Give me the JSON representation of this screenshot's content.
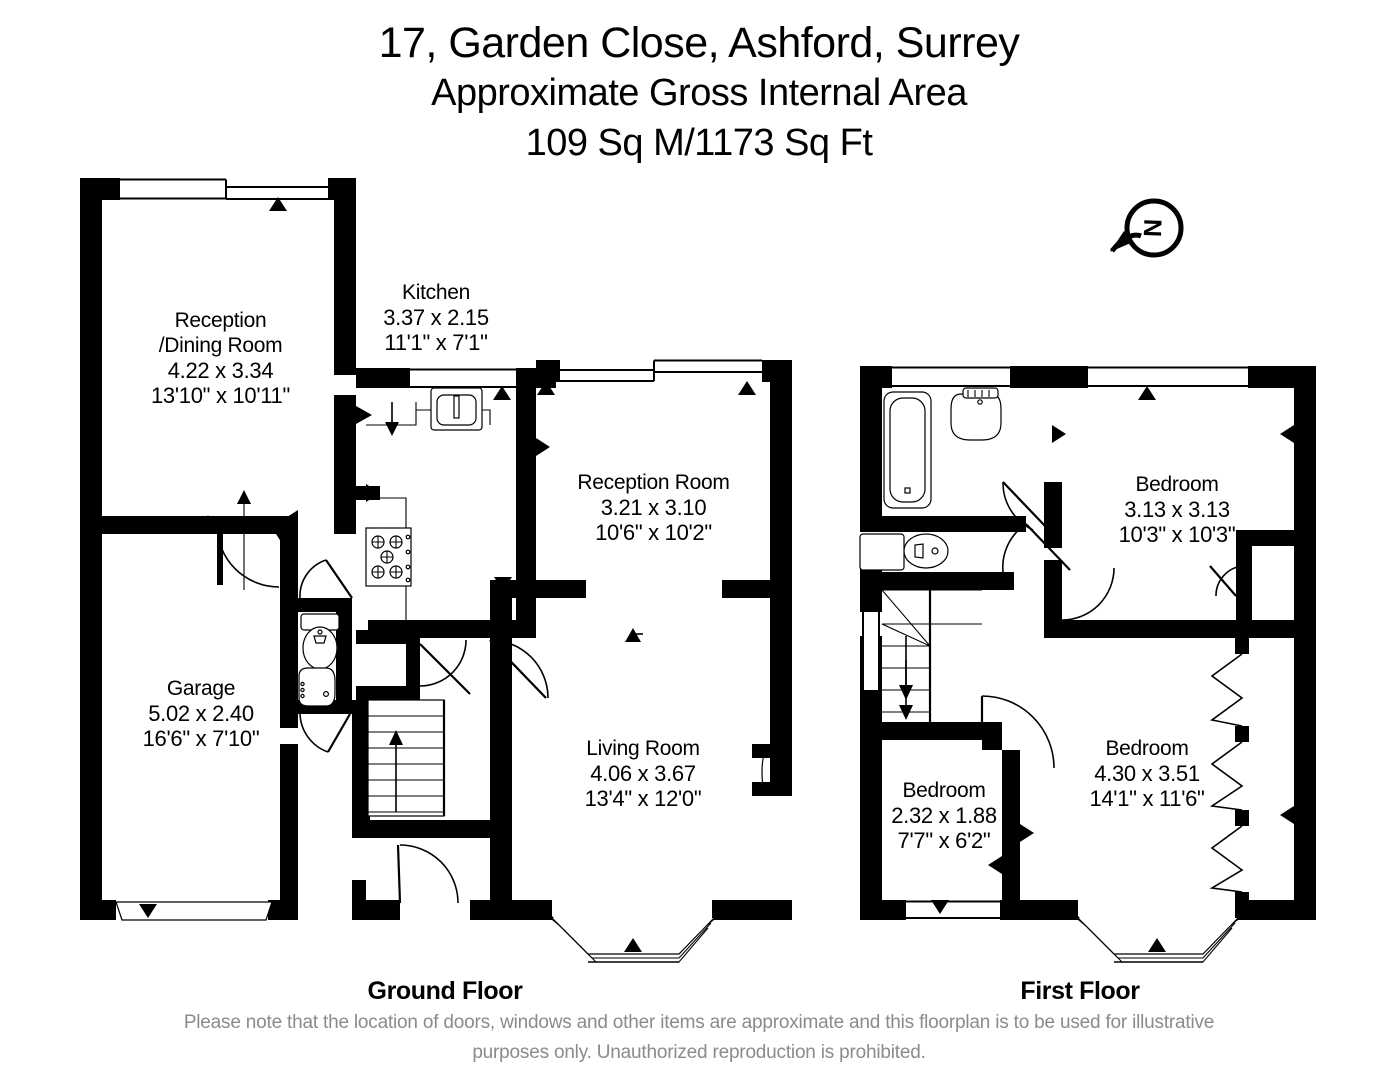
{
  "header": {
    "address": "17, Garden Close, Ashford, Surrey",
    "area_line": "Approximate Gross Internal Area",
    "area_value": "109 Sq M/1173 Sq Ft"
  },
  "compass": {
    "name": "north-compass",
    "letter": "N"
  },
  "floors": [
    {
      "id": "ground",
      "caption": "Ground Floor",
      "rooms": [
        {
          "id": "reception-dining",
          "name_line1": "Reception",
          "name_line2": "/Dining Room",
          "metric": "4.22 x 3.34",
          "imperial": "13'10\" x 10'11\""
        },
        {
          "id": "kitchen",
          "name_line1": "Kitchen",
          "name_line2": "",
          "metric": "3.37 x 2.15",
          "imperial": "11'1\" x 7'1\""
        },
        {
          "id": "reception-room",
          "name_line1": "Reception Room",
          "name_line2": "",
          "metric": "3.21 x 3.10",
          "imperial": "10'6\" x 10'2\""
        },
        {
          "id": "garage",
          "name_line1": "Garage",
          "name_line2": "",
          "metric": "5.02 x 2.40",
          "imperial": "16'6\" x 7'10\""
        },
        {
          "id": "living-room",
          "name_line1": "Living Room",
          "name_line2": "",
          "metric": "4.06 x 3.67",
          "imperial": "13'4\" x 12'0\""
        }
      ]
    },
    {
      "id": "first",
      "caption": "First Floor",
      "rooms": [
        {
          "id": "bedroom-1",
          "name_line1": "Bedroom",
          "name_line2": "",
          "metric": "3.13 x 3.13",
          "imperial": "10'3\" x 10'3\""
        },
        {
          "id": "bedroom-2",
          "name_line1": "Bedroom",
          "name_line2": "",
          "metric": "4.30 x 3.51",
          "imperial": "14'1\" x 11'6\""
        },
        {
          "id": "bedroom-3",
          "name_line1": "Bedroom",
          "name_line2": "",
          "metric": "2.32 x 1.88",
          "imperial": "7'7\" x 6'2\""
        }
      ]
    }
  ],
  "footer": {
    "line1": "Please note that the location of doors, windows and other items are approximate and this floorplan is to be used for illustrative",
    "line2": "purposes only. Unauthorized reproduction is prohibited."
  },
  "colors": {
    "ink": "#000000",
    "paper": "#ffffff",
    "muted": "#8b8b8b"
  }
}
